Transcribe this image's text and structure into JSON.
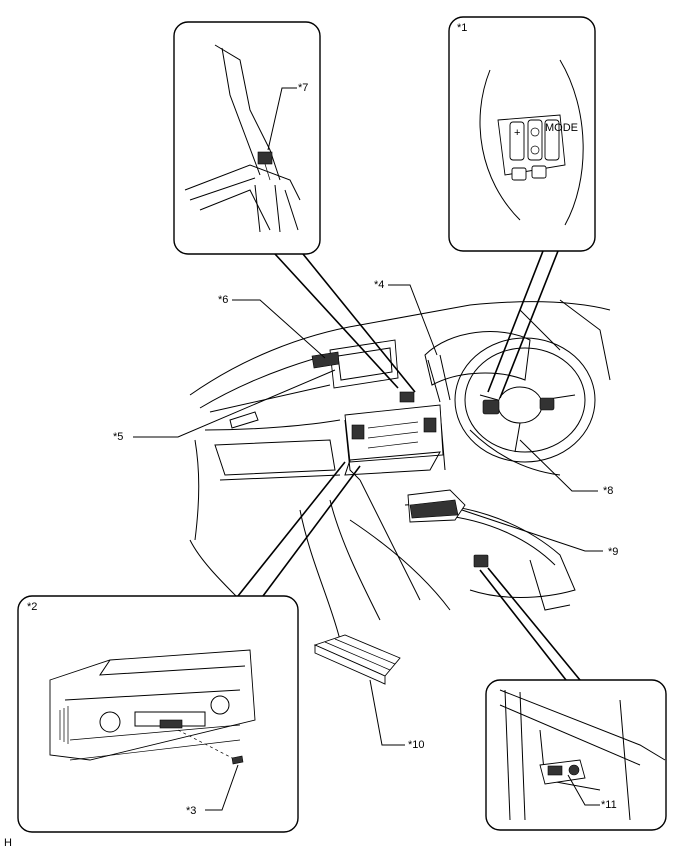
{
  "callouts": {
    "c1": "*1",
    "c2": "*2",
    "c3": "*3",
    "c4": "*4",
    "c5": "*5",
    "c6": "*6",
    "c7": "*7",
    "c8": "*8",
    "c9": "*9",
    "c10": "*10",
    "c11": "*11"
  },
  "footer": {
    "code": "H"
  },
  "switch_labels": {
    "mode": "MODE",
    "plus": "+"
  }
}
